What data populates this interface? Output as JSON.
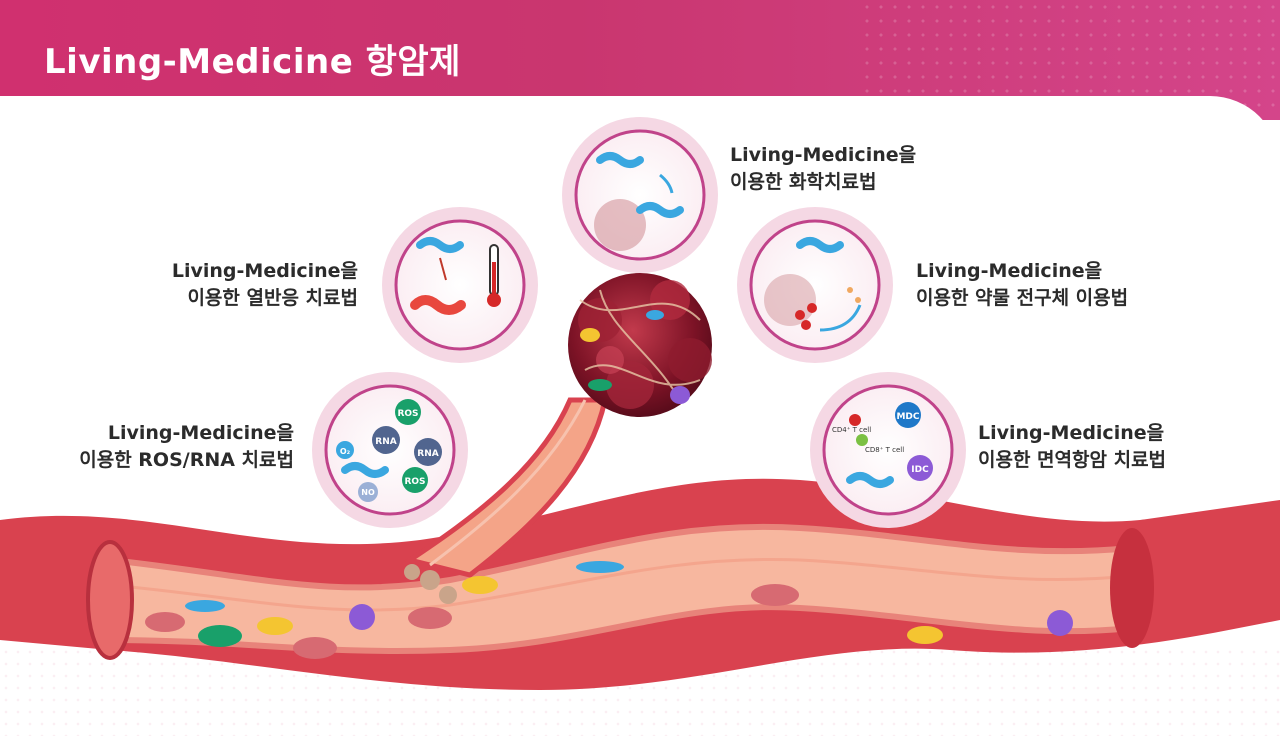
{
  "title": "Living-Medicine 항암제",
  "therapies": [
    {
      "line1": "Living-Medicine을",
      "line2": "이용한 화학치료법"
    },
    {
      "line1": "Living-Medicine을",
      "line2": "이용한 열반응 치료법"
    },
    {
      "line1": "Living-Medicine을",
      "line2": "이용한 약물 전구체 이용법"
    },
    {
      "line1": "Living-Medicine을",
      "line2": "이용한 ROS/RNA 치료법"
    },
    {
      "line1": "Living-Medicine을",
      "line2": "이용한 면역항암 치료법"
    }
  ],
  "icon_text": {
    "ros": "ROS",
    "rna": "RNA",
    "o2": "O₂",
    "no": "NO",
    "mdc": "MDC",
    "idc": "IDC",
    "cd4": "CD4⁺ T cell",
    "cd8": "CD8⁺ T cell"
  },
  "colors": {
    "brand": "#d0306f",
    "vessel": "#d9424f",
    "vessel_inner": "#f4a488",
    "tumor": "#8b1a2b",
    "bacteria": "#3aa7e0",
    "circle_ring": "#c0438a"
  }
}
